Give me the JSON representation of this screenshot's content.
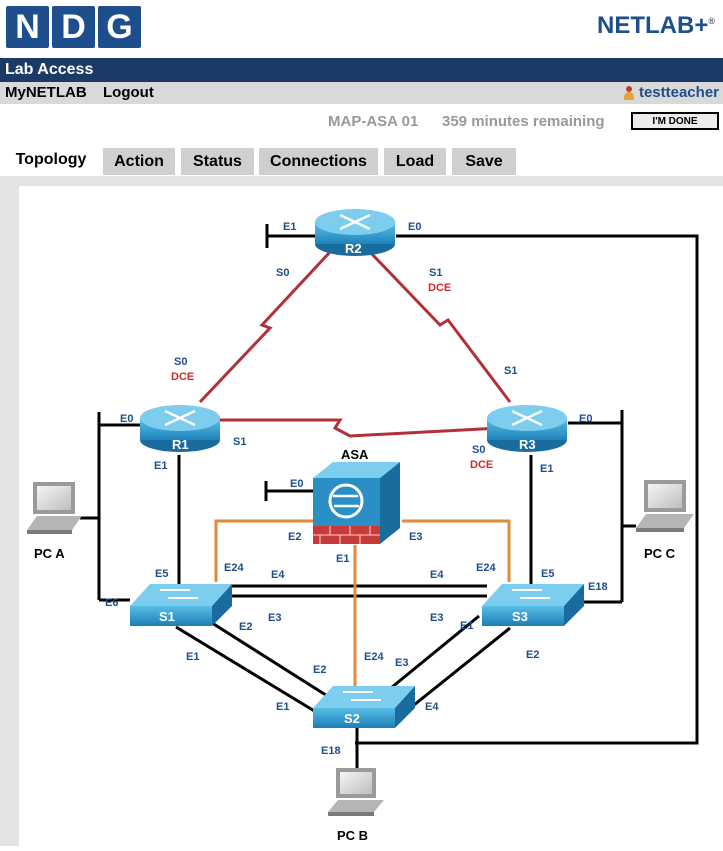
{
  "brand": {
    "ndg_letters": [
      "N",
      "D",
      "G"
    ],
    "product": "NETLAB+",
    "registered": "®"
  },
  "title_bar": "Lab Access",
  "nav": {
    "mynetlab": "MyNETLAB",
    "logout": "Logout",
    "user": "testteacher"
  },
  "session": {
    "pod": "MAP-ASA 01",
    "remaining": "359 minutes remaining",
    "done_button": "I'M DONE"
  },
  "tabs": [
    "Topology",
    "Action",
    "Status",
    "Connections",
    "Load",
    "Save"
  ],
  "topology": {
    "devices": {
      "r1": "R1",
      "r2": "R2",
      "r3": "R3",
      "asa": "ASA",
      "s1": "S1",
      "s2": "S2",
      "s3": "S3",
      "pca": "PC A",
      "pcb": "PC B",
      "pcc": "PC C"
    },
    "ports": {
      "r2_e1": "E1",
      "r2_e0": "E0",
      "r2_s0": "S0",
      "r2_s1": "S1",
      "r2_dce": "DCE",
      "r1_s0": "S0",
      "r1_dce": "DCE",
      "r1_e0": "E0",
      "r1_s1": "S1",
      "r1_e1": "E1",
      "r3_s1_top": "S1",
      "r3_e0": "E0",
      "r3_s0": "S0",
      "r3_dce": "DCE",
      "r3_e1": "E1",
      "asa_e0": "E0",
      "asa_e2": "E2",
      "asa_e3": "E3",
      "asa_e1": "E1",
      "s1_e5": "E5",
      "s1_e24": "E24",
      "s1_e4": "E4",
      "s1_e6": "E6",
      "s1_e2": "E2",
      "s1_e3": "E3",
      "s1_e1": "E1",
      "s3_e24": "E24",
      "s3_e4": "E4",
      "s3_e5": "E5",
      "s3_e18": "E18",
      "s3_e3": "E3",
      "s3_e1": "E1",
      "s3_e2": "E2",
      "s2_e2": "E2",
      "s2_e24": "E24",
      "s2_e3": "E3",
      "s2_e1": "E1",
      "s2_e4": "E4",
      "s2_e18": "E18"
    }
  },
  "colors": {
    "brand_blue": "#1e4e8c",
    "serial_link": "#b2303a",
    "asa_link": "#e08a3c",
    "device_blue": "#2a8fc4",
    "label_blue": "#1f4e8c",
    "dce_red": "#d22a2a"
  }
}
